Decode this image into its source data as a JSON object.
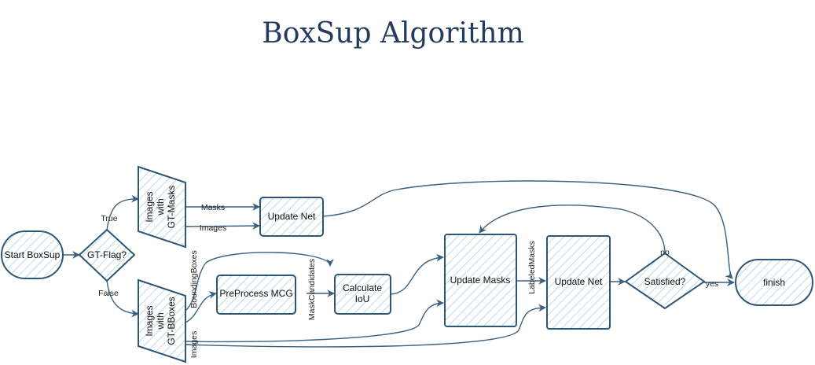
{
  "title": "BoxSup Algorithm",
  "nodes": {
    "start": "Start BoxSup",
    "gt_flag": "GT-Flag?",
    "images_masks": [
      "Images",
      "with",
      "GT-Masks"
    ],
    "images_bboxes": [
      "Images",
      "with",
      "GT-BBoxes"
    ],
    "update_net_top": "Update Net",
    "preprocess": "PreProcess MCG",
    "calc_iou": [
      "Calculate",
      "IoU"
    ],
    "update_masks": "Update Masks",
    "update_net_right": "Update Net",
    "satisfied": "Satisfied?",
    "finish": "finish"
  },
  "edges": {
    "true": "True",
    "false": "False",
    "masks": "Masks",
    "images_top": "Images",
    "bounding_boxes": "BoundingBoxes",
    "images_bottom": "Images",
    "mask_candidates": "MaskCandidates",
    "labeled_masks": "LabeledMasks",
    "no": "no",
    "yes": "yes"
  },
  "colors": {
    "stroke": "#2f5677",
    "hatch": "#8fc7cf",
    "title": "#243a5e"
  }
}
